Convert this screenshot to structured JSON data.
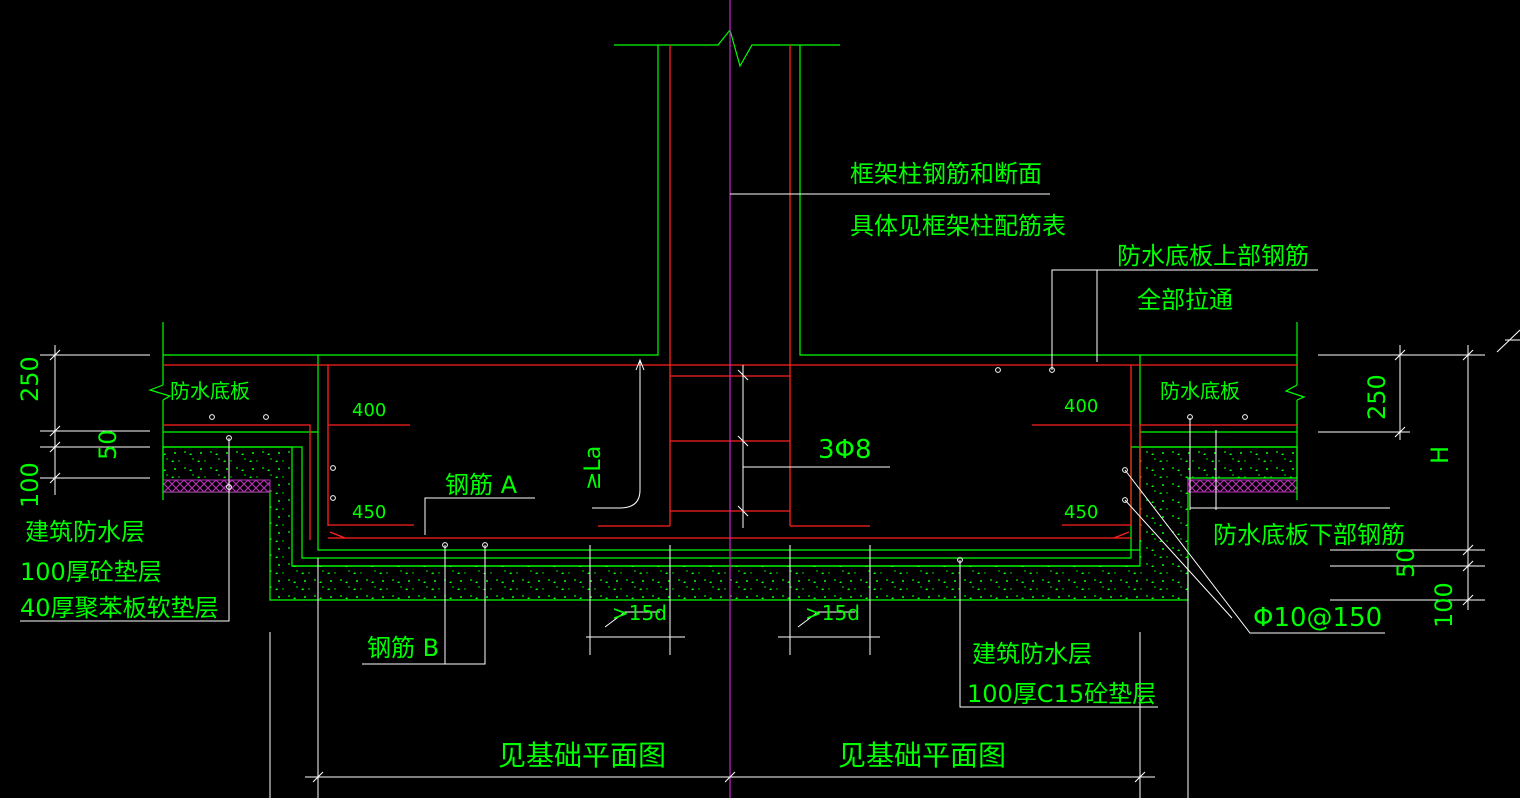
{
  "colors": {
    "background": "#000000",
    "outline": "#00ff00",
    "rebar": "#ff2020",
    "dimension": "#ffffff",
    "centerline": "#d21ed2",
    "insulation": "#b030b0"
  },
  "labels": {
    "column_note_1": "框架柱钢筋和断面",
    "column_note_2": "具体见框架柱配筋表",
    "top_rebar_1": "防水底板上部钢筋",
    "top_rebar_2": "全部拉通",
    "slab_left": "防水底板",
    "slab_right": "防水底板",
    "bottom_rebar": "防水底板下部钢筋",
    "stirrups": "3Φ8",
    "rebar_a": "钢筋 A",
    "rebar_b": "钢筋 B",
    "anchorage": "≥La",
    "hook_left": ">15d",
    "hook_right": ">15d",
    "spacing": "Φ10@150",
    "left_layers_1": "建筑防水层",
    "left_layers_2": "100厚砼垫层",
    "left_layers_3": "40厚聚苯板软垫层",
    "bottom_layers_1": "建筑防水层",
    "bottom_layers_2": "100厚C15砼垫层",
    "plan_ref_left": "见基础平面图",
    "plan_ref_right": "见基础平面图"
  },
  "dimensions": {
    "left_250": "250",
    "left_50": "50",
    "left_100": "100",
    "right_250": "250",
    "right_50": "50",
    "right_100": "100",
    "right_h": "H",
    "rebar_400_left": "400",
    "rebar_450_left": "450",
    "rebar_400_right": "400",
    "rebar_450_right": "450"
  }
}
